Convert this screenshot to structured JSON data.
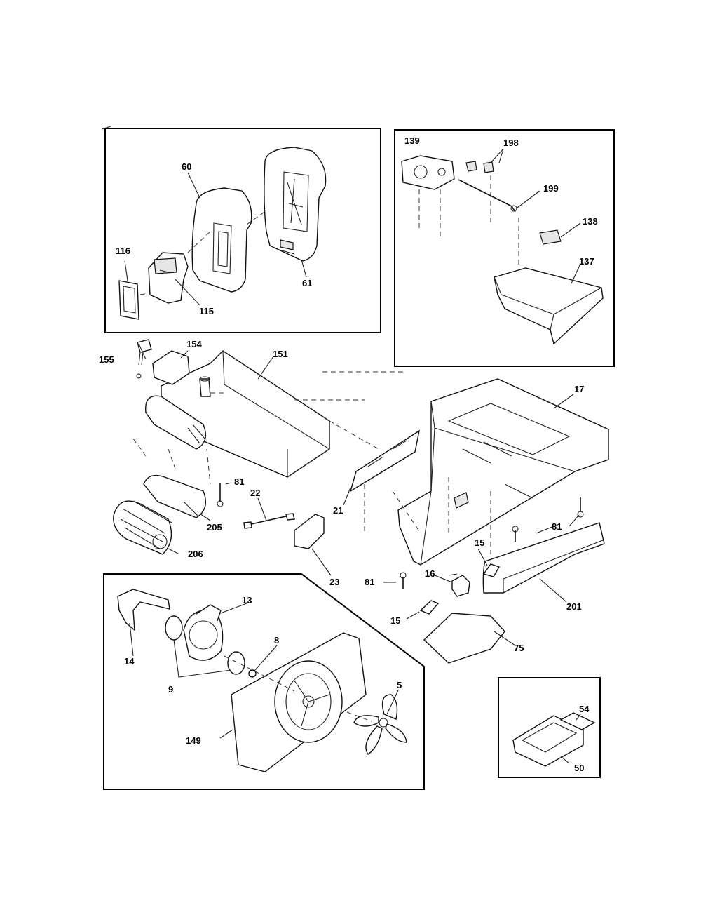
{
  "labels": {
    "p60": "60",
    "p61": "61",
    "p116": "116",
    "p115": "115",
    "p139": "139",
    "p198": "198",
    "p199": "199",
    "p138": "138",
    "p137": "137",
    "p155": "155",
    "p154": "154",
    "p151": "151",
    "p17": "17",
    "p81a": "81",
    "p81b": "81",
    "p81c": "81",
    "p22": "22",
    "p21": "21",
    "p205": "205",
    "p206": "206",
    "p23": "23",
    "p15a": "15",
    "p15b": "15",
    "p16": "16",
    "p201": "201",
    "p75": "75",
    "p13": "13",
    "p14": "14",
    "p8": "8",
    "p9": "9",
    "p5": "5",
    "p149": "149",
    "p54": "54",
    "p50": "50"
  }
}
